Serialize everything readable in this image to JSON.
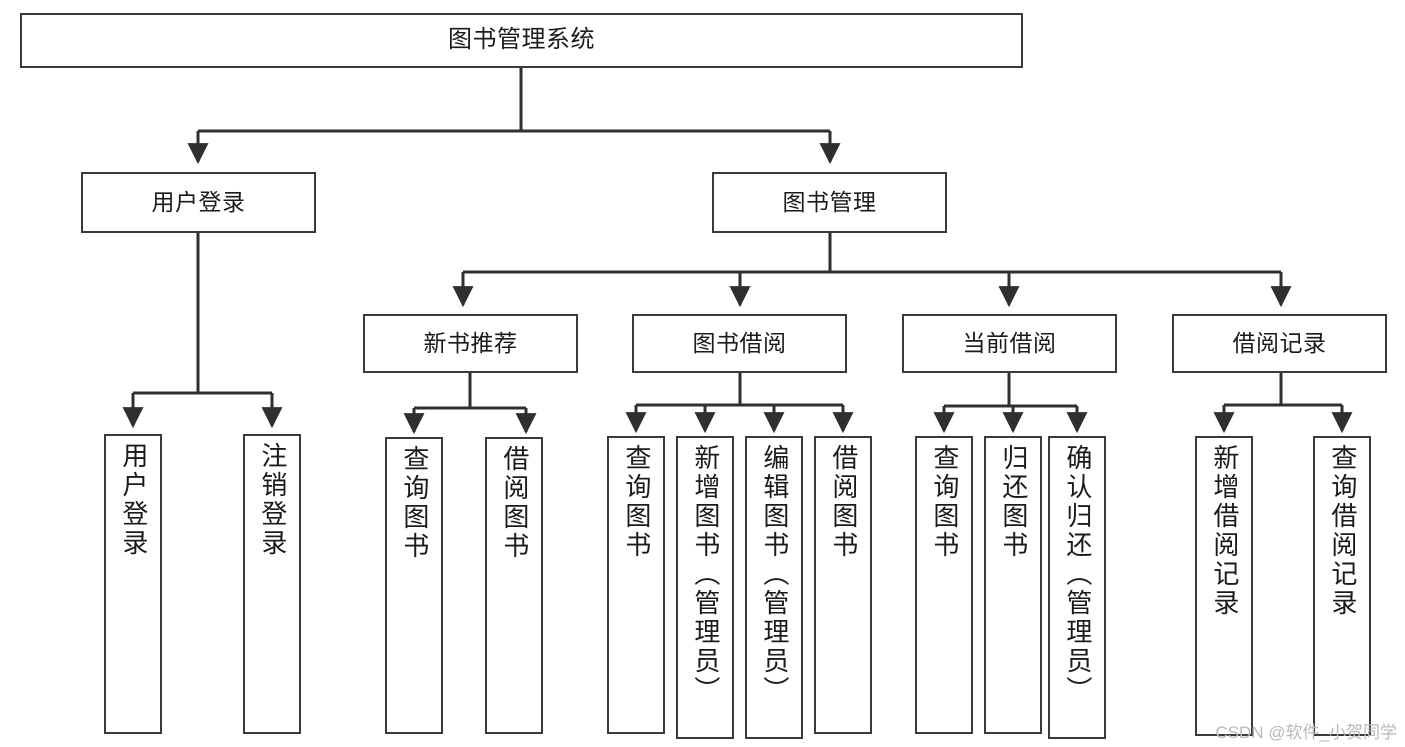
{
  "diagram": {
    "type": "tree-hierarchy",
    "title": "图书管理系统",
    "watermark": "CSDN @软件_小贺同学",
    "colors": {
      "box_border": "#3a3a3a",
      "box_fill": "#ffffff",
      "edge": "#2f2f2f",
      "text": "#1b1b1b",
      "watermark": "#b9b9b9"
    },
    "nodes": {
      "root": {
        "label": "图书管理系统"
      },
      "level2": [
        {
          "id": "user-login",
          "label": "用户登录"
        },
        {
          "id": "book-management",
          "label": "图书管理"
        }
      ],
      "level3": [
        {
          "id": "new-book-recommend",
          "label": "新书推荐"
        },
        {
          "id": "book-borrow",
          "label": "图书借阅"
        },
        {
          "id": "current-borrow",
          "label": "当前借阅"
        },
        {
          "id": "borrow-record",
          "label": "借阅记录"
        }
      ],
      "leaves": {
        "user_login": [
          {
            "id": "leaf-user-login",
            "label": "用户登录"
          },
          {
            "id": "leaf-logout-login",
            "label": "注销登录"
          }
        ],
        "new_book_recommend": [
          {
            "id": "leaf-query-book-1",
            "label": "查询图书"
          },
          {
            "id": "leaf-borrow-book-1",
            "label": "借阅图书"
          }
        ],
        "book_borrow": [
          {
            "id": "leaf-query-book-2",
            "label": "查询图书"
          },
          {
            "id": "leaf-add-book",
            "label": "新增图书（管理员）"
          },
          {
            "id": "leaf-edit-book",
            "label": "编辑图书（管理员）"
          },
          {
            "id": "leaf-borrow-book-2",
            "label": "借阅图书"
          }
        ],
        "current_borrow": [
          {
            "id": "leaf-query-book-3",
            "label": "查询图书"
          },
          {
            "id": "leaf-return-book",
            "label": "归还图书"
          },
          {
            "id": "leaf-confirm-return",
            "label": "确认归还（管理员）"
          }
        ],
        "borrow_record": [
          {
            "id": "leaf-add-record",
            "label": "新增借阅记录"
          },
          {
            "id": "leaf-query-record",
            "label": "查询借阅记录"
          }
        ]
      }
    }
  }
}
